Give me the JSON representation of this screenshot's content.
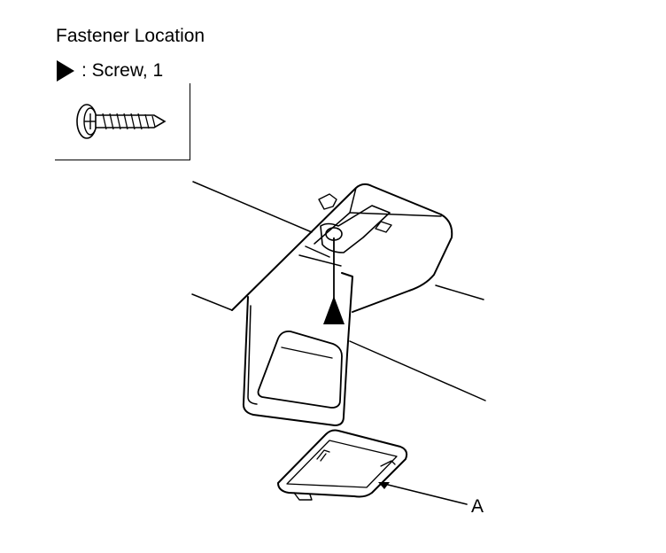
{
  "title": "Fastener Location",
  "legend": {
    "symbol": "filled-triangle-marker",
    "label": ": Screw, 1"
  },
  "callouts": {
    "a": "A"
  }
}
